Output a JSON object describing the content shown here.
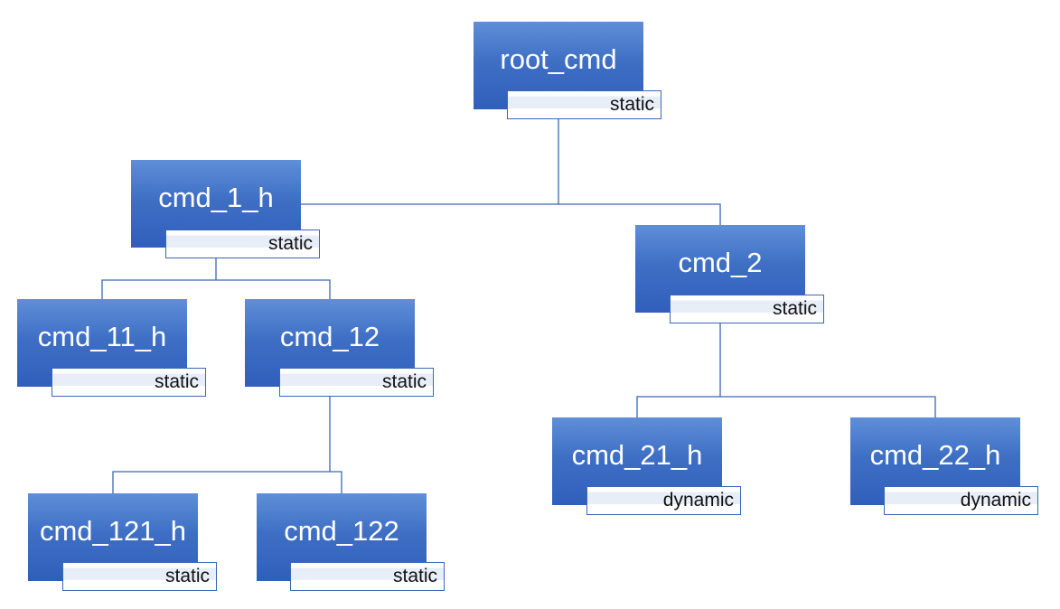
{
  "diagram": {
    "nodes": [
      {
        "id": "root_cmd",
        "label": "root_cmd",
        "tag": "static"
      },
      {
        "id": "cmd_1_h",
        "label": "cmd_1_h",
        "tag": "static"
      },
      {
        "id": "cmd_2",
        "label": "cmd_2",
        "tag": "static"
      },
      {
        "id": "cmd_11_h",
        "label": "cmd_11_h",
        "tag": "static"
      },
      {
        "id": "cmd_12",
        "label": "cmd_12",
        "tag": "static"
      },
      {
        "id": "cmd_121_h",
        "label": "cmd_121_h",
        "tag": "static"
      },
      {
        "id": "cmd_122",
        "label": "cmd_122",
        "tag": "static"
      },
      {
        "id": "cmd_21_h",
        "label": "cmd_21_h",
        "tag": "dynamic"
      },
      {
        "id": "cmd_22_h",
        "label": "cmd_22_h",
        "tag": "dynamic"
      }
    ],
    "edges": [
      {
        "from": "root_cmd",
        "to": "cmd_1_h"
      },
      {
        "from": "root_cmd",
        "to": "cmd_2"
      },
      {
        "from": "cmd_1_h",
        "to": "cmd_11_h"
      },
      {
        "from": "cmd_1_h",
        "to": "cmd_12"
      },
      {
        "from": "cmd_12",
        "to": "cmd_121_h"
      },
      {
        "from": "cmd_12",
        "to": "cmd_122"
      },
      {
        "from": "cmd_2",
        "to": "cmd_21_h"
      },
      {
        "from": "cmd_2",
        "to": "cmd_22_h"
      }
    ],
    "colors": {
      "box": "#3f6fc4",
      "line": "#3a67b4",
      "tag_fill": "#e8eef8"
    }
  }
}
